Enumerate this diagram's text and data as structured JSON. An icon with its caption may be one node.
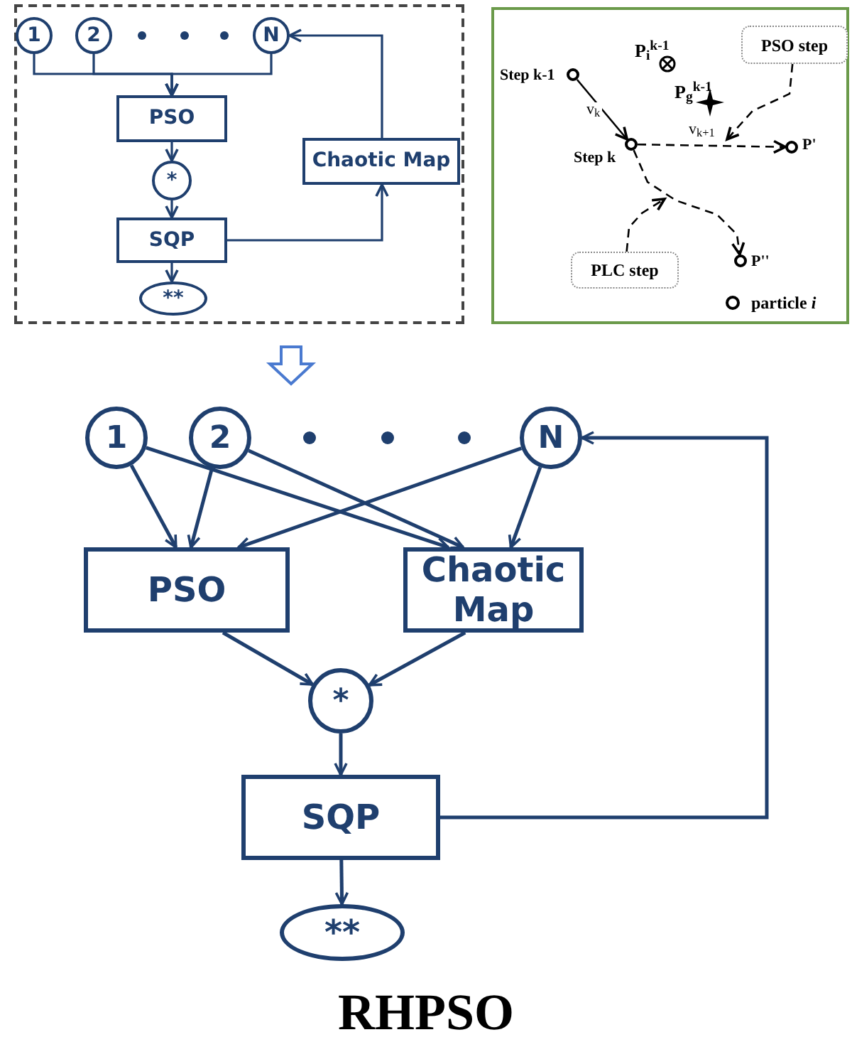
{
  "diagram": {
    "caption": "RHPSO",
    "nodes": [
      {
        "text": [],
        "shape": "box"
      },
      {
        "text": [
          "1"
        ],
        "in": 0
      },
      {
        "text": [
          "2"
        ],
        "in": 0
      },
      {
        "text": [
          "N"
        ],
        "in": 0
      },
      {
        "text": [
          "PSO"
        ],
        "in": 0
      },
      {
        "text": [
          "*"
        ],
        "in": 0
      },
      {
        "text": [
          "SQP"
        ],
        "in": 0
      },
      {
        "text": [
          "**"
        ],
        "in": 0
      },
      {
        "text": [
          "Chaotic Map"
        ],
        "in": 0
      },
      {
        "text": [],
        "shape": "box"
      },
      {
        "text": [],
        "shape": "circle",
        "in": 9,
        "beside": [
          "Step k-1"
        ]
      },
      {
        "text": [],
        "shape": "circle",
        "in": 9,
        "beside": [
          "Step k"
        ]
      },
      {
        "text": [],
        "shape": "circle",
        "in": 9,
        "beside": [
          "P'"
        ]
      },
      {
        "text": [],
        "shape": "circle",
        "in": 9,
        "beside": [
          "P''"
        ]
      },
      {
        "text": [
          "PSO step"
        ],
        "in": 9
      },
      {
        "text": [
          "PLC step"
        ],
        "in": 9
      },
      {
        "text": [
          "1"
        ]
      },
      {
        "text": [
          "2"
        ]
      },
      {
        "text": [
          "N"
        ]
      },
      {
        "text": [
          "PSO"
        ]
      },
      {
        "text": [
          "Chaotic Map"
        ]
      },
      {
        "text": [
          "*"
        ]
      },
      {
        "text": [
          "SQP"
        ]
      },
      {
        "text": [
          "**"
        ]
      }
    ],
    "edges": [
      {
        "from": 1,
        "to": 4,
        "arrow": "to"
      },
      {
        "from": 2,
        "to": 4,
        "arrow": "to"
      },
      {
        "from": 3,
        "to": 4,
        "arrow": "to"
      },
      {
        "from": 4,
        "to": 5,
        "arrow": "to"
      },
      {
        "from": 5,
        "to": 6,
        "arrow": "to"
      },
      {
        "from": 6,
        "to": 7,
        "arrow": "to"
      },
      {
        "from": 6,
        "to": 8,
        "arrow": "to"
      },
      {
        "from": 8,
        "to": 3,
        "arrow": "to"
      },
      {
        "from": 10,
        "to": 11,
        "arrow": "to",
        "label": "v$_{k}$",
        "color": "#000000"
      },
      {
        "from": 11,
        "to": 12,
        "arrow": "to",
        "label": "v$_{k+1}$",
        "style": "dashed",
        "color": "#000000"
      },
      {
        "from": 11,
        "to": 13,
        "arrow": "to",
        "style": "dashed",
        "color": "#000000"
      },
      {
        "from": 14,
        "to": null,
        "arrow": "to",
        "style": "dashed",
        "color": "#000000"
      },
      {
        "from": 15,
        "to": null,
        "arrow": "to",
        "style": "dashed",
        "color": "#000000"
      },
      {
        "from": 16,
        "to": 19,
        "arrow": "to"
      },
      {
        "from": 16,
        "to": 20,
        "arrow": "to"
      },
      {
        "from": 17,
        "to": 19,
        "arrow": "to"
      },
      {
        "from": 17,
        "to": 20,
        "arrow": "to"
      },
      {
        "from": 18,
        "to": 19,
        "arrow": "to"
      },
      {
        "from": 18,
        "to": 20,
        "arrow": "to"
      },
      {
        "from": 19,
        "to": 21,
        "arrow": "to"
      },
      {
        "from": 20,
        "to": 21,
        "arrow": "to"
      },
      {
        "from": 21,
        "to": 22,
        "arrow": "to"
      },
      {
        "from": 22,
        "to": 23,
        "arrow": "to"
      },
      {
        "from": 22,
        "to": 18,
        "arrow": "to"
      }
    ],
    "labels": [
      "P$_{i}$$^{k-1}$",
      "P$_{g}$$^{k-1}$"
    ],
    "legend": [
      {
        "text": "particle *i*"
      }
    ]
  }
}
